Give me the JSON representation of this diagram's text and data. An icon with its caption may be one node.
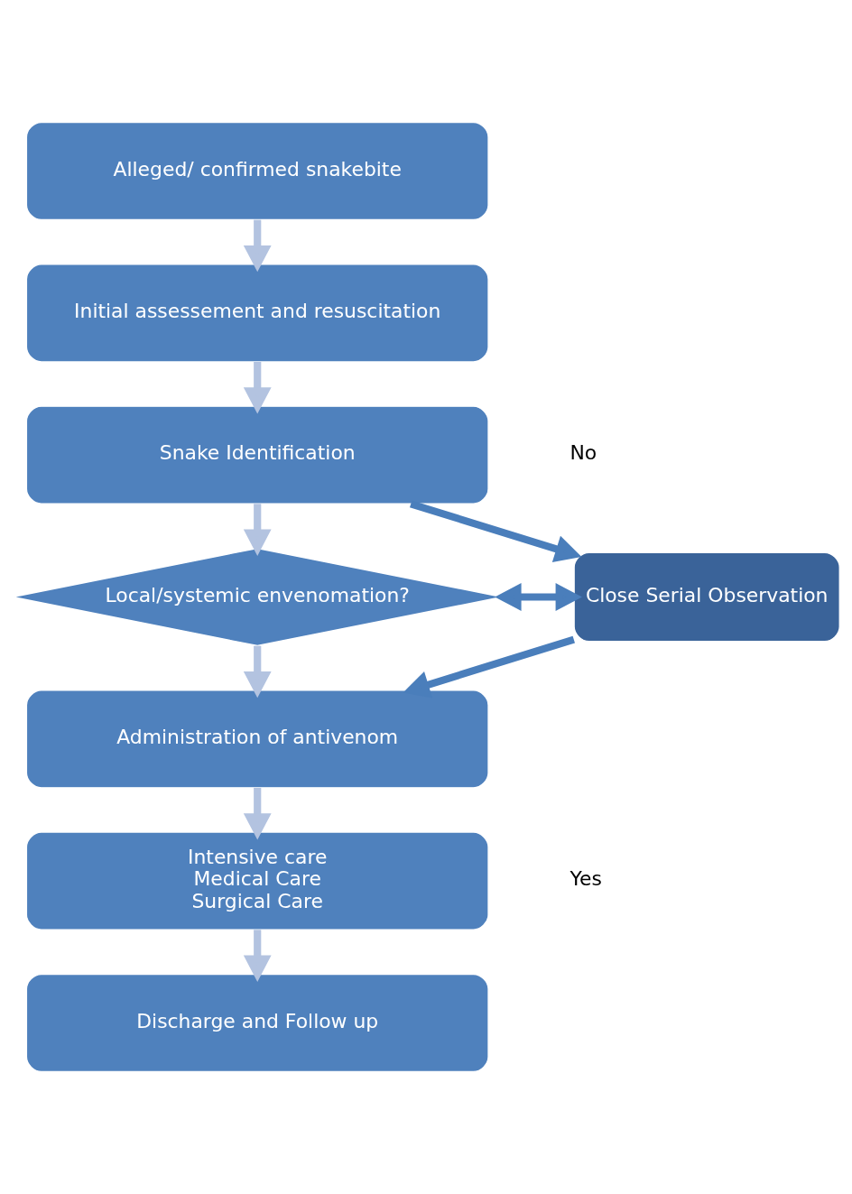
{
  "diagram": {
    "nodes": [
      {
        "text": [
          "Alleged/ confirmed snakebite"
        ]
      },
      {
        "text": [
          "Initial assessement and resuscitation"
        ]
      },
      {
        "text": [
          "Snake Identification"
        ]
      },
      {
        "text": [
          "Local/systemic envenomation?"
        ]
      },
      {
        "text": [
          "Administration of antivenom"
        ]
      },
      {
        "text": [
          "Intensive care",
          "Medical Care",
          "Surgical Care"
        ]
      },
      {
        "text": [
          "Discharge and Follow up"
        ]
      },
      {
        "text": [
          "Close Serial Observation"
        ]
      }
    ],
    "edges": [
      {
        "from": 0,
        "to": 1,
        "arrow": "to"
      },
      {
        "from": 1,
        "to": 2,
        "arrow": "to"
      },
      {
        "from": 2,
        "to": 3,
        "arrow": "to"
      },
      {
        "from": 3,
        "to": 4,
        "arrow": "to"
      },
      {
        "from": 4,
        "to": 5,
        "arrow": "to"
      },
      {
        "from": 5,
        "to": 6,
        "arrow": "to"
      },
      {
        "from": 2,
        "to": 7,
        "arrow": "to",
        "color": "#4a7ebb"
      },
      {
        "from": 3,
        "to": 7,
        "arrow": "both",
        "color": "#4a7ebb"
      },
      {
        "from": 7,
        "to": 4,
        "arrow": "to",
        "color": "#4a7ebb"
      }
    ],
    "labels": [
      "No",
      "Yes"
    ]
  }
}
